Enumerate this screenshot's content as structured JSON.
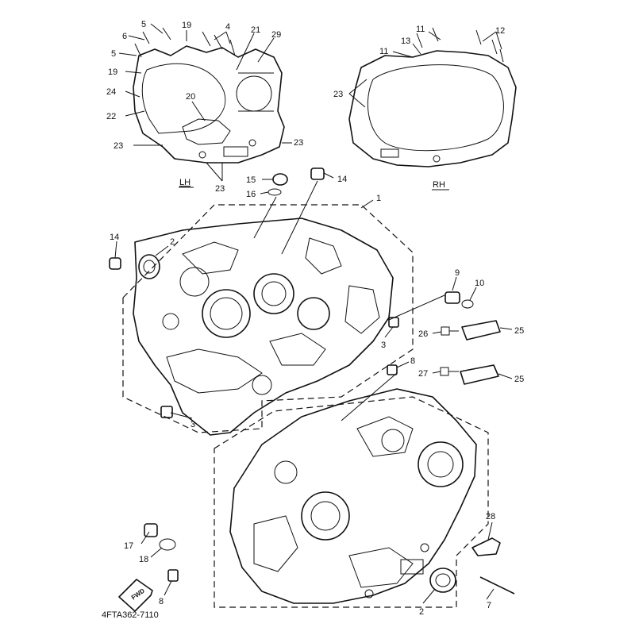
{
  "diagram": {
    "side_labels": {
      "lh": "LH",
      "rh": "RH"
    },
    "fwd": "FWD",
    "code": "4FTA362-7110"
  },
  "callouts": [
    {
      "id": "c5a",
      "text": "5"
    },
    {
      "id": "c19a",
      "text": "19"
    },
    {
      "id": "c4",
      "text": "4"
    },
    {
      "id": "c21",
      "text": "21"
    },
    {
      "id": "c29",
      "text": "29"
    },
    {
      "id": "c6",
      "text": "6"
    },
    {
      "id": "c5b",
      "text": "5"
    },
    {
      "id": "c19b",
      "text": "19"
    },
    {
      "id": "c24",
      "text": "24"
    },
    {
      "id": "c22",
      "text": "22"
    },
    {
      "id": "c20",
      "text": "20"
    },
    {
      "id": "c23a",
      "text": "23"
    },
    {
      "id": "c23b",
      "text": "23"
    },
    {
      "id": "c23c",
      "text": "23"
    },
    {
      "id": "c11a",
      "text": "11"
    },
    {
      "id": "c12",
      "text": "12"
    },
    {
      "id": "c13",
      "text": "13"
    },
    {
      "id": "c11b",
      "text": "11"
    },
    {
      "id": "c23d",
      "text": "23"
    },
    {
      "id": "c15",
      "text": "15"
    },
    {
      "id": "c14a",
      "text": "14"
    },
    {
      "id": "c16",
      "text": "16"
    },
    {
      "id": "c1",
      "text": "1"
    },
    {
      "id": "c14b",
      "text": "14"
    },
    {
      "id": "c2a",
      "text": "2"
    },
    {
      "id": "c9",
      "text": "9"
    },
    {
      "id": "c10",
      "text": "10"
    },
    {
      "id": "c26",
      "text": "26"
    },
    {
      "id": "c25a",
      "text": "25"
    },
    {
      "id": "c3a",
      "text": "3"
    },
    {
      "id": "c8a",
      "text": "8"
    },
    {
      "id": "c27",
      "text": "27"
    },
    {
      "id": "c25b",
      "text": "25"
    },
    {
      "id": "c3b",
      "text": "3"
    },
    {
      "id": "c28",
      "text": "28"
    },
    {
      "id": "c17",
      "text": "17"
    },
    {
      "id": "c18",
      "text": "18"
    },
    {
      "id": "c8b",
      "text": "8"
    },
    {
      "id": "c2b",
      "text": "2"
    },
    {
      "id": "c7",
      "text": "7"
    }
  ]
}
